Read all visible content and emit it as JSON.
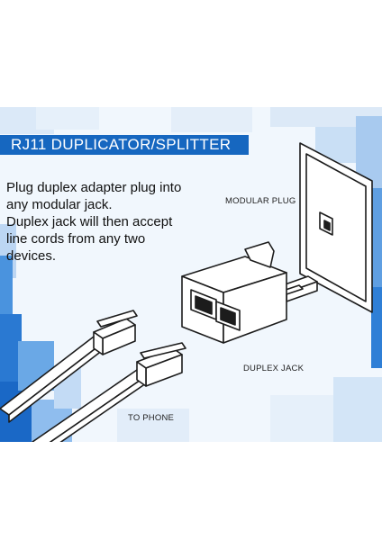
{
  "title": "RJ11 DUPLICATOR/SPLITTER",
  "description": [
    "Plug duplex adapter plug into",
    "any modular jack.",
    "Duplex jack will then accept",
    "line cords from any two devices."
  ],
  "labels": {
    "modular_plug": "MODULAR PLUG",
    "duplex_jack": "DUPLEX JACK",
    "to_phone": "TO PHONE"
  },
  "colors": {
    "title_bar": "#1667c0",
    "background": "#f1f7fd",
    "accent_tiles": "#1a73d0"
  }
}
